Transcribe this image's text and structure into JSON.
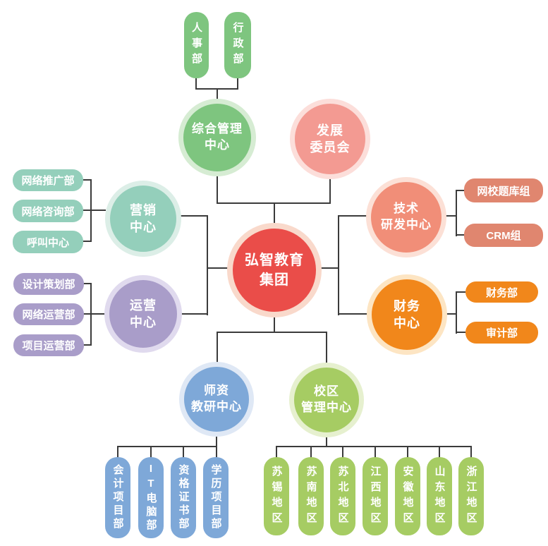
{
  "org": {
    "root": {
      "label": "弘智教育集团",
      "display": "弘智教育\n集团",
      "color": "#ea4d49",
      "ring": "#f9d9cb"
    },
    "admin": {
      "label": "综合管理中心",
      "display": "综合管理\n中心",
      "color": "#7ec57f",
      "ring": "#d6ecd3",
      "children": [
        "人事部",
        "行政部"
      ]
    },
    "development": {
      "label": "发展委员会",
      "display": "发展\n委员会",
      "color": "#f39a92",
      "ring": "#fcdeda",
      "children": []
    },
    "marketing": {
      "label": "营销中心",
      "display": "营销\n中心",
      "color": "#94cfbb",
      "ring": "#dceee7",
      "children": [
        "网络推广部",
        "网络咨询部",
        "呼叫中心"
      ]
    },
    "operations": {
      "label": "运营中心",
      "display": "运营\n中心",
      "color": "#a99dc9",
      "ring": "#e0daee",
      "children": [
        "设计策划部",
        "网络运营部",
        "项目运营部"
      ]
    },
    "tech": {
      "label": "技术研发中心",
      "display": "技术\n研发中心",
      "color": "#f18e78",
      "ring": "#fce0d6",
      "pill_color": "#e0866f",
      "children": [
        "网校题库组",
        "CRM组"
      ]
    },
    "finance": {
      "label": "财务中心",
      "display": "财务\n中心",
      "color": "#f1871b",
      "ring": "#fde5c3",
      "children": [
        "财务部",
        "审计部"
      ]
    },
    "faculty": {
      "label": "师资教研中心",
      "display": "师资\n教研中心",
      "color": "#7ea8d8",
      "ring": "#dfe8f5",
      "children": [
        "会计项目部",
        "IT电脑部",
        "资格证书部",
        "学历项目部"
      ]
    },
    "campus": {
      "label": "校区管理中心",
      "display": "校区\n管理中心",
      "color": "#a6cc63",
      "ring": "#e6f0cf",
      "children": [
        "苏锡地区",
        "苏南地区",
        "苏北地区",
        "江西地区",
        "安徽地区",
        "山东地区",
        "浙江地区"
      ]
    }
  },
  "line_color": "#3b3b3b"
}
